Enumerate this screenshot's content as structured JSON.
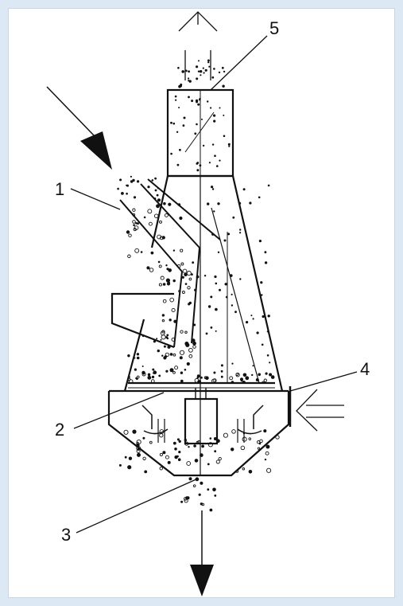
{
  "diagram": {
    "labels": [
      {
        "id": "1",
        "text": "1"
      },
      {
        "id": "2",
        "text": "2"
      },
      {
        "id": "3",
        "text": "3"
      },
      {
        "id": "4",
        "text": "4"
      },
      {
        "id": "5",
        "text": "5"
      }
    ]
  },
  "colors": {
    "background": "#dce8f3",
    "panel": "#ffffff",
    "line": "#111111"
  }
}
